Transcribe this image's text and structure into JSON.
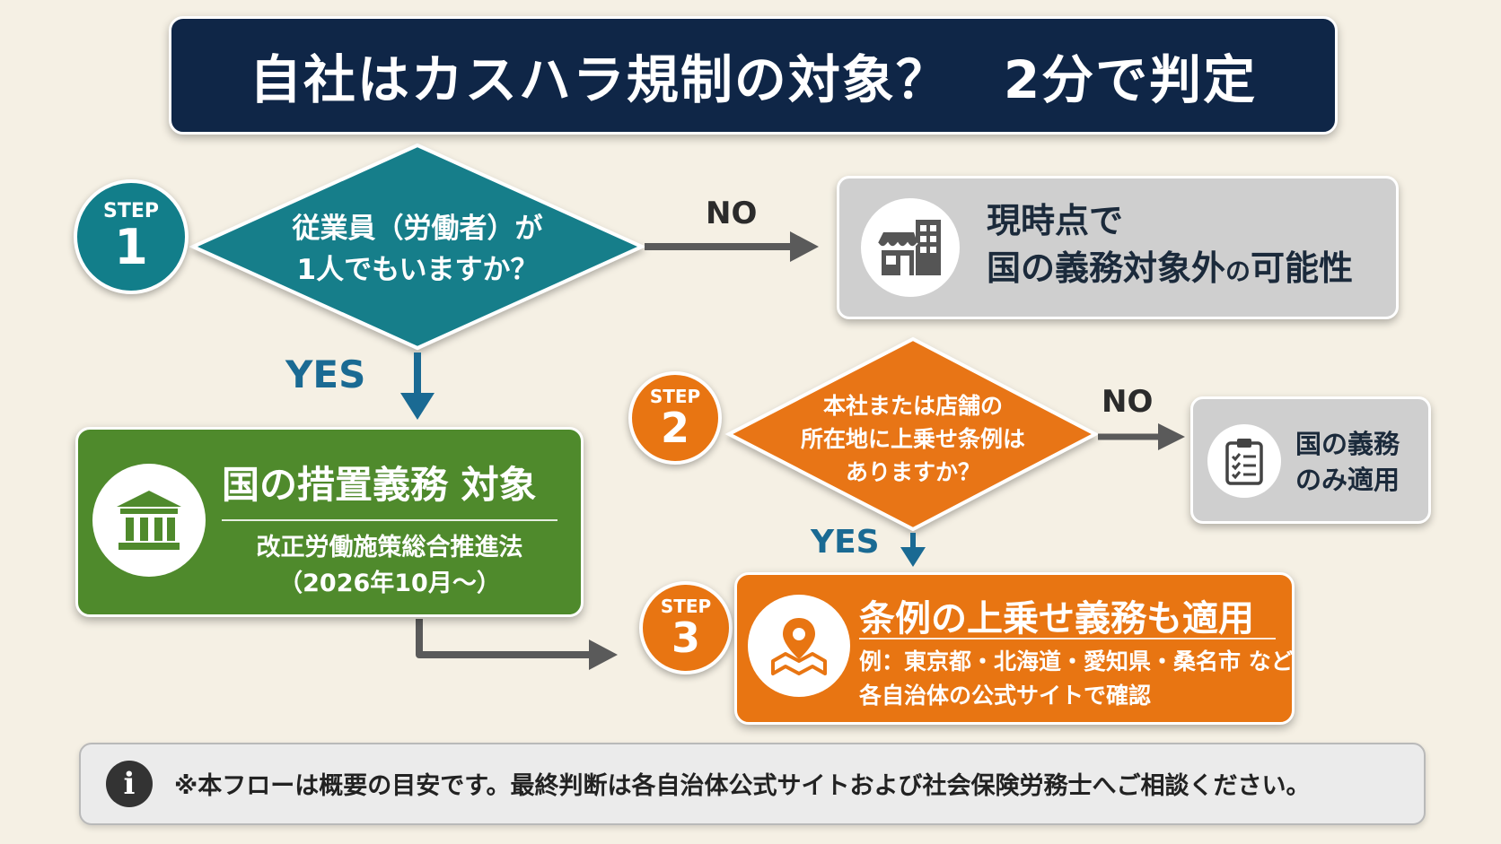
{
  "title": "自社はカスハラ規制の対象？　2分で判定",
  "step_label": "STEP",
  "colors": {
    "navy": "#0f2647",
    "teal": "#127e8a",
    "green": "#4f8a2c",
    "orange": "#e87512",
    "gray_box": "#cfcfcf",
    "arrow_gray": "#5a5a5a",
    "yes_blue": "#1a6a93"
  },
  "steps": {
    "step1": {
      "number": "1",
      "question_line1": "従業員（労働者）が",
      "question_line2": "1人でもいますか？",
      "no_label": "NO",
      "yes_label": "YES"
    },
    "step2": {
      "number": "2",
      "question_line1": "本社または店舗の",
      "question_line2": "所在地に上乗せ条例は",
      "question_line3": "ありますか？",
      "no_label": "NO",
      "yes_label": "YES"
    },
    "step3": {
      "number": "3"
    }
  },
  "outcomes": {
    "not_covered": {
      "icon": "storefront-icon",
      "line1": "現時点で",
      "line2_main": "国の義務対象外",
      "line2_particle": "の",
      "line2_end": "可能性"
    },
    "national_only": {
      "icon": "clipboard-checklist-icon",
      "line1": "国の義務",
      "line2": "のみ適用"
    },
    "national_obligation": {
      "icon": "government-building-icon",
      "title": "国の措置義務 対象",
      "law_name": "改正労働施策総合推進法",
      "effective": "（2026年10月～）"
    },
    "ordinance_obligation": {
      "icon": "map-pin-icon",
      "title": "条例の上乗せ義務も適用",
      "examples": "例：東京都・北海道・愛知県・桑名市 など",
      "check": "各自治体の公式サイトで確認"
    }
  },
  "note": {
    "icon": "info-icon",
    "text": "※本フローは概要の目安です。最終判断は各自治体公式サイトおよび社会保険労務士へご相談ください。"
  }
}
